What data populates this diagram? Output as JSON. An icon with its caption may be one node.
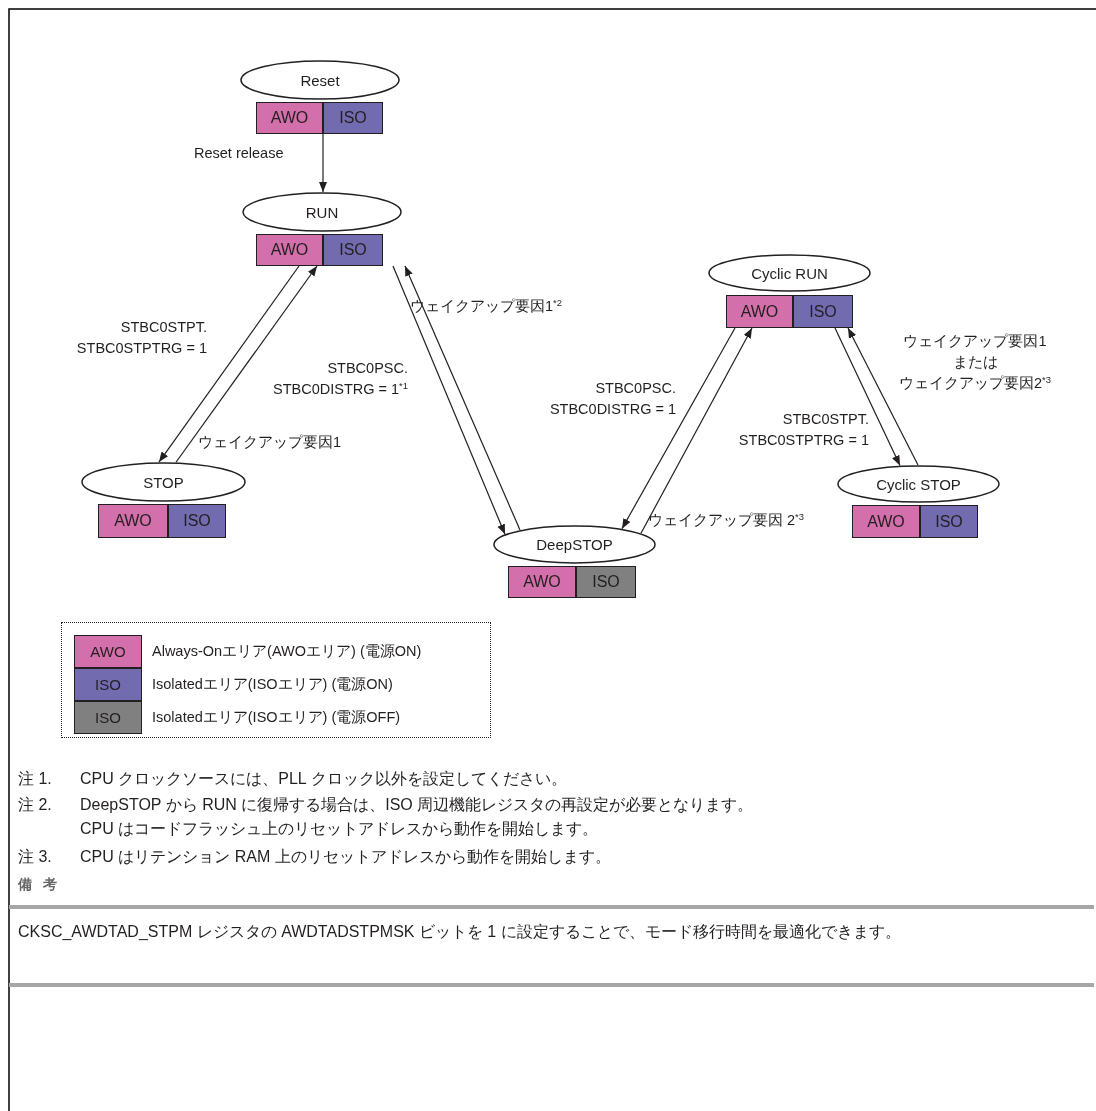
{
  "diagram": {
    "nodes": [
      {
        "text": [
          "Reset"
        ]
      },
      {
        "text": [
          "AWO"
        ]
      },
      {
        "text": [
          "ISO"
        ]
      },
      {
        "text": [
          "RUN"
        ]
      },
      {
        "text": [
          "AWO"
        ]
      },
      {
        "text": [
          "ISO"
        ]
      },
      {
        "text": [
          "Cyclic RUN"
        ]
      },
      {
        "text": [
          "AWO"
        ]
      },
      {
        "text": [
          "ISO"
        ]
      },
      {
        "text": [
          "STOP"
        ]
      },
      {
        "text": [
          "AWO"
        ]
      },
      {
        "text": [
          "ISO"
        ]
      },
      {
        "text": [
          "DeepSTOP"
        ]
      },
      {
        "text": [
          "AWO"
        ]
      },
      {
        "text": [
          "ISO"
        ]
      },
      {
        "text": [
          "Cyclic STOP"
        ]
      },
      {
        "text": [
          "AWO"
        ]
      },
      {
        "text": [
          "ISO"
        ]
      }
    ],
    "edges": [
      {
        "from": 1,
        "to": 3,
        "arrow": "to",
        "label": "Reset release"
      },
      {
        "from": 4,
        "to": 9,
        "arrow": "to",
        "label": "STBC0STPT. STBC0STPTRG = 1"
      },
      {
        "from": 9,
        "to": 4,
        "arrow": "to",
        "label": "ウェイクアップ要因1"
      },
      {
        "from": 5,
        "to": 12,
        "arrow": "to",
        "label": "STBC0PSC. STBC0DISTRG = 1$^{*1}$"
      },
      {
        "from": 12,
        "to": 5,
        "arrow": "to",
        "label": "ウェイクアップ要因1$^{*2}$"
      },
      {
        "from": 7,
        "to": 12,
        "arrow": "to",
        "label": "STBC0PSC. STBC0DISTRG = 1"
      },
      {
        "from": 12,
        "to": 7,
        "arrow": "to",
        "label": "ウェイクアップ要因 2$^{*3}$"
      },
      {
        "from": 8,
        "to": 15,
        "arrow": "to",
        "label": "STBC0STPT. STBC0STPTRG = 1"
      },
      {
        "from": 15,
        "to": 8,
        "arrow": "to",
        "label": "ウェイクアップ要因1またはウェイクアップ要因2$^{*3}$"
      }
    ],
    "labels": [
      "AWO",
      "ISO",
      "ISO",
      "注 1.",
      "CPU クロックソースには、PLL クロック以外を設定してください。",
      "注 2.",
      "DeepSTOP から RUN に復帰する場合は、ISO 周辺機能レジスタの再設定が必要となります。",
      "CPU はコードフラッシュ上のリセットアドレスから動作を開始します。",
      "注 3.",
      "CPU はリテンション RAM 上のリセットアドレスから動作を開始します。",
      "備考",
      "CKSC_AWDTAD_STPM レジスタの AWDTADSTPMSK ビットを 1 に設定することで、モード移行時間を最適化できます。"
    ],
    "legend": [
      {
        "text": "Always-Onエリア(AWOエリア) (電源ON)",
        "color": "#d36fab"
      },
      {
        "text": "Isolatedエリア(ISOエリア) (電源ON)",
        "color": "#726bb0"
      },
      {
        "text": "Isolatedエリア(ISOエリア) (電源OFF)",
        "color": "#808080"
      }
    ]
  }
}
